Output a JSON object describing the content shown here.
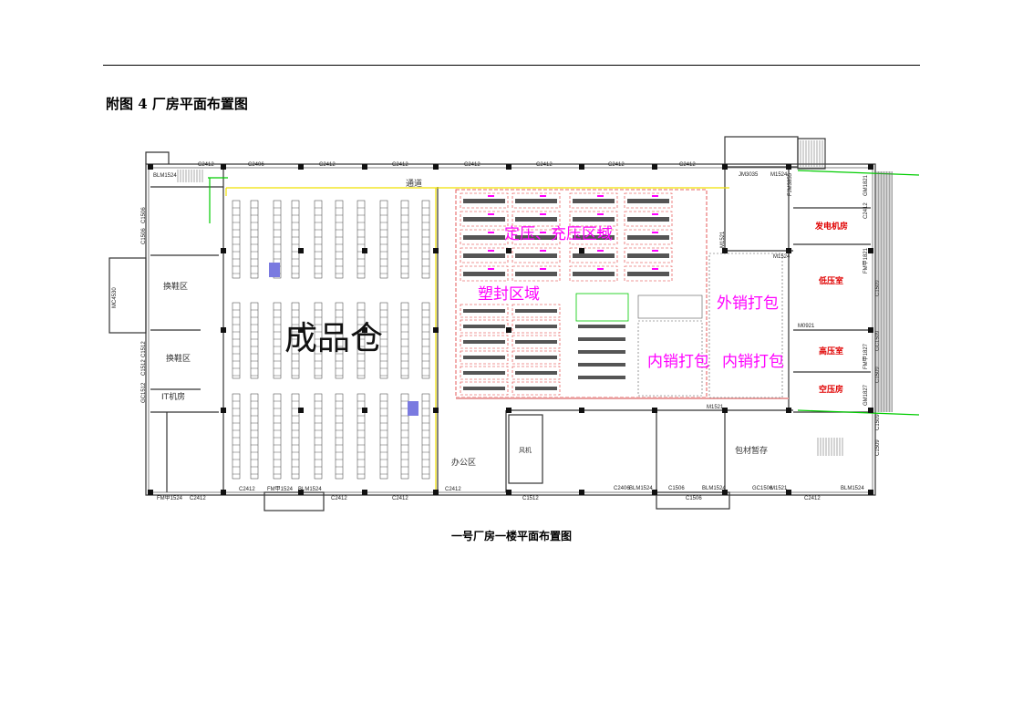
{
  "heading": "附图 4 厂房平面布置图",
  "caption": "一号厂房一楼平面布置图",
  "plan": {
    "areas": {
      "finished_goods": "成品仓",
      "corridor": "通道",
      "shoe_change_1": "换鞋区",
      "shoe_change_2": "换鞋区",
      "it_room": "IT机房",
      "office": "办公区",
      "fan": "风机",
      "packaging_storage": "包材暂存",
      "generator_room": "发电机房",
      "low_voltage": "低压室",
      "high_voltage": "高压室",
      "air_compressor": "空压房",
      "pressure_zone": "定压、充压区域",
      "sealing_zone": "塑封区域",
      "export_packing": "外销打包",
      "domestic_packing_1": "内销打包",
      "domestic_packing_2": "内销打包"
    },
    "codes": {
      "top": [
        "C2412",
        "C2406",
        "C2412",
        "C2412",
        "C2412",
        "C2412",
        "C2412",
        "C2412",
        "C2412"
      ],
      "bottom": [
        "C2412",
        "FM甲1524",
        "BLM1524",
        "C2412",
        "C2412",
        "C2412",
        "C1512",
        "C2406",
        "BLM1524",
        "C1506",
        "BLM1524",
        "C1506",
        "GC1506",
        "M1521",
        "C2412",
        "BLM1524"
      ],
      "left": [
        "BLM1524",
        "C1506",
        "C1506",
        "MC4530",
        "C1512",
        "C1512",
        "GC1512",
        "FM甲1524"
      ],
      "right": [
        "JM3035",
        "M1524",
        "FJM3855",
        "M1521",
        "M1524",
        "M0921",
        "M1521",
        "GM1821",
        "C2412",
        "FM甲1821",
        "C1509",
        "GC1509",
        "FM甲1827",
        "C1509",
        "GM1827",
        "C1509",
        "C1509"
      ]
    }
  },
  "colors": {
    "pink": "#ff00ff",
    "red_room": "#e00000",
    "yellow": "#f0e000",
    "green": "#00cc00",
    "red_line": "#e03030"
  }
}
